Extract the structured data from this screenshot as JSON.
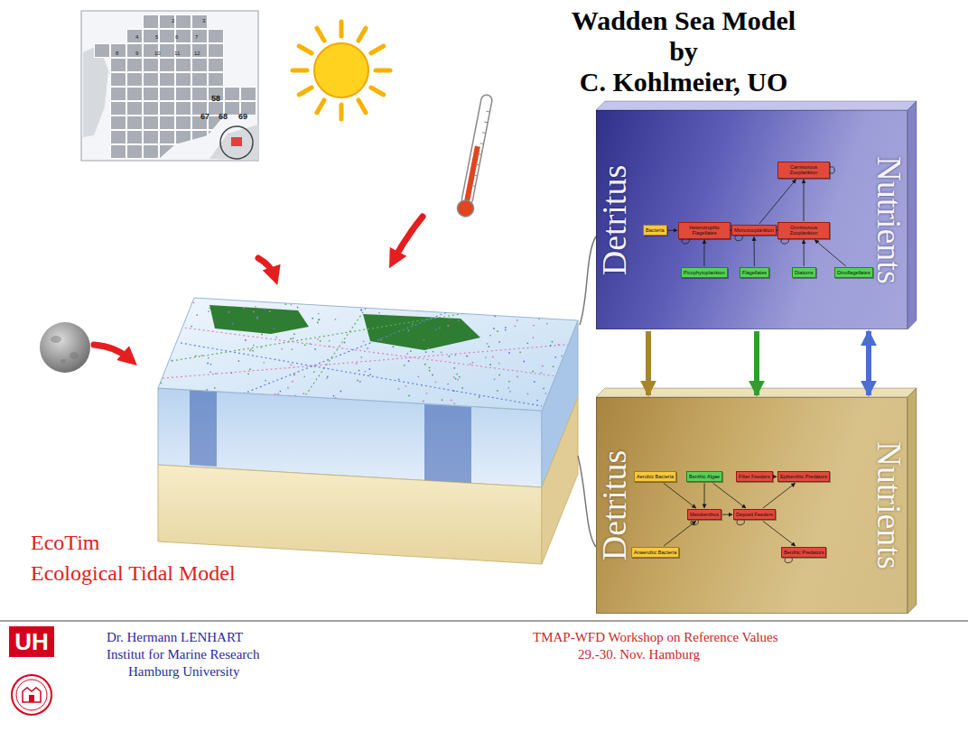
{
  "diagram": {
    "title": "Wadden Sea Model",
    "nodes": [
      {
        "text": [
          "Detritus",
          "Nutrients"
        ]
      },
      {
        "text": [
          "Carnivorous Zooplankton"
        ],
        "in": 0
      },
      {
        "text": [
          "Bacteria"
        ],
        "in": 0
      },
      {
        "text": [
          "Heterotrophic Flagellates"
        ],
        "in": 0
      },
      {
        "text": [
          "Microzooplankton"
        ],
        "in": 0
      },
      {
        "text": [
          "Omnivorous Zooplankton"
        ],
        "in": 0
      },
      {
        "text": [
          "Picophytoplankton"
        ],
        "in": 0
      },
      {
        "text": [
          "Flagellates"
        ],
        "in": 0
      },
      {
        "text": [
          "Diatoms"
        ],
        "in": 0
      },
      {
        "text": [
          "Dinoflagellates"
        ],
        "in": 0
      },
      {
        "text": [
          "Detritus",
          "Nutrients"
        ]
      },
      {
        "text": [
          "Aerobic Bacteria"
        ],
        "in": 10
      },
      {
        "text": [
          "Benthic Algae"
        ],
        "in": 10
      },
      {
        "text": [
          "Filter Feeders"
        ],
        "in": 10
      },
      {
        "text": [
          "Epibenthic Predators"
        ],
        "in": 10
      },
      {
        "text": [
          "Meiobenthos"
        ],
        "in": 10
      },
      {
        "text": [
          "Deposit Feeders"
        ],
        "in": 10
      },
      {
        "text": [
          "Anaerobic Bacteria"
        ],
        "in": 10
      },
      {
        "text": [
          "Benthic Predators"
        ],
        "in": 10
      }
    ],
    "edges": [
      {
        "from": 2,
        "to": 3,
        "arrow": "to"
      },
      {
        "from": 3,
        "to": 4,
        "arrow": "to"
      },
      {
        "from": 4,
        "to": 5,
        "arrow": "to"
      },
      {
        "from": 4,
        "to": 1,
        "arrow": "to"
      },
      {
        "from": 5,
        "to": 1,
        "arrow": "to"
      },
      {
        "from": 6,
        "to": 3,
        "arrow": "to"
      },
      {
        "from": 7,
        "to": 4,
        "arrow": "to"
      },
      {
        "from": 8,
        "to": 5,
        "arrow": "to"
      },
      {
        "from": 9,
        "to": 5,
        "arrow": "to"
      },
      {
        "from": 0,
        "to": 10,
        "arrow": "to"
      },
      {
        "from": 0,
        "to": 10,
        "arrow": "to"
      },
      {
        "from": 0,
        "to": 10,
        "arrow": "both"
      },
      {
        "from": 11,
        "to": 15,
        "arrow": "to"
      },
      {
        "from": 17,
        "to": 15,
        "arrow": "to"
      },
      {
        "from": 12,
        "to": 15,
        "arrow": "to"
      },
      {
        "from": 12,
        "to": 16,
        "arrow": "to"
      },
      {
        "from": 15,
        "to": 16,
        "arrow": "to"
      },
      {
        "from": 16,
        "to": 14,
        "arrow": "to"
      },
      {
        "from": 16,
        "to": 18,
        "arrow": "to"
      },
      {
        "from": 13,
        "to": 14,
        "arrow": "to"
      }
    ],
    "labels": [
      "by",
      "C. Kohlmeier, UO",
      "2",
      "3",
      "4",
      "5",
      "6",
      "7",
      "8",
      "9",
      "10",
      "11",
      "12",
      "58",
      "67",
      "68",
      "69",
      "EcoTim",
      "Ecological Tidal Model",
      "UH",
      "Dr. Hermann LENHART",
      "Institut for Marine Research",
      "Hamburg University",
      "TMAP-WFD Workshop on Reference Values",
      "29.-30. Nov. Hamburg"
    ]
  }
}
